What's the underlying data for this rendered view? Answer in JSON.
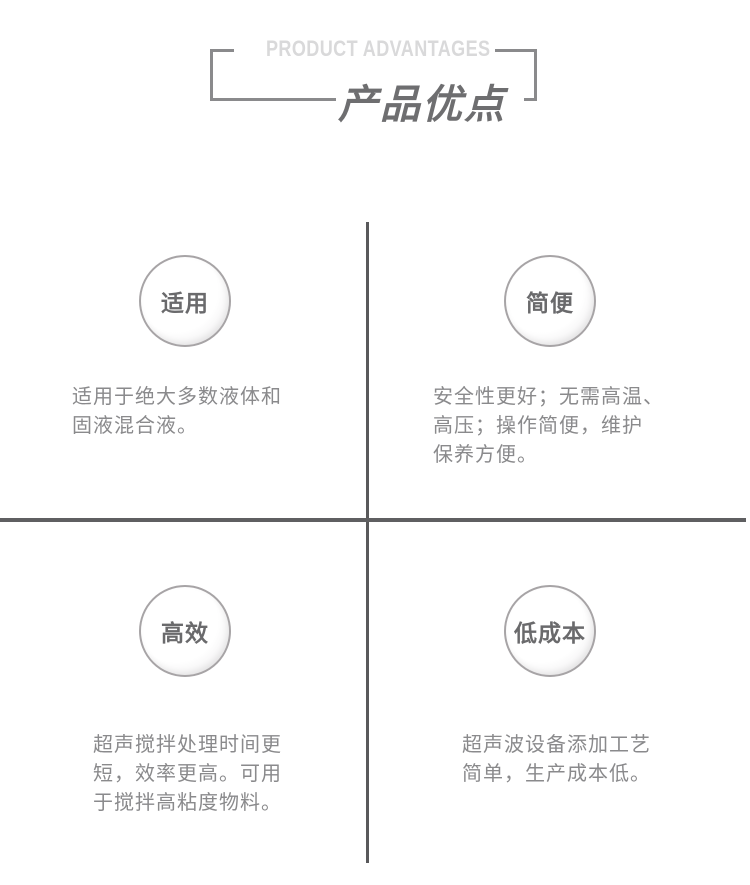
{
  "header": {
    "title_en": "PRODUCT ADVANTAGES",
    "title_cn": "产品优点"
  },
  "colors": {
    "divider": "#59595b",
    "bracket": "#8a8a8c",
    "title_en": "#d9d9da",
    "title_cn": "#6e6e70",
    "text": "#8a8a8c",
    "circle_border": "#a7a4a6"
  },
  "advantages": [
    {
      "badge": "适用",
      "lines": [
        "适用于绝大多数液体和",
        "固液混合液。"
      ]
    },
    {
      "badge": "简便",
      "lines": [
        "安全性更好；无需高温、",
        "高压；操作简便，维护",
        "保养方便。"
      ]
    },
    {
      "badge": "高效",
      "lines": [
        "超声搅拌处理时间更",
        "短，效率更高。可用",
        "于搅拌高粘度物料。"
      ]
    },
    {
      "badge": "低成本",
      "lines": [
        "超声波设备添加工艺",
        "简单，生产成本低。"
      ]
    }
  ]
}
